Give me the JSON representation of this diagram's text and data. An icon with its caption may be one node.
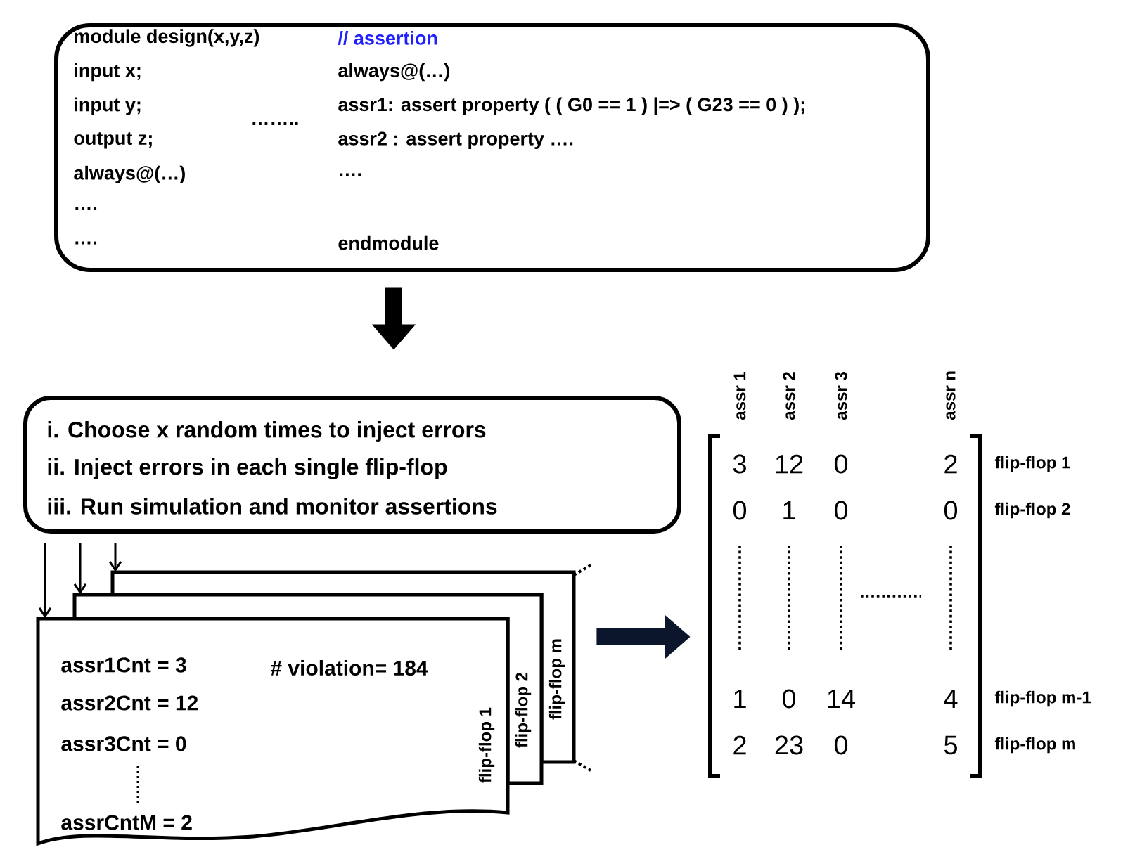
{
  "diagram": {
    "nodes": [
      {
        "text": [
          "module design(x,y,z)",
          "input x;",
          "input y;",
          "output z;",
          "always@(…)",
          "….",
          "….",
          "……..",
          "// assertion",
          "always@(…)",
          "assr1: assert property ( ( G0 == 1 ) |=> ( G23 == 0 ) );",
          "assr2 : assert property  ….",
          "….",
          "endmodule"
        ]
      },
      {
        "text": [
          "i. Choose x random times to inject errors",
          "ii. Inject errors in each single flip-flop",
          "iii. Run simulation and monitor assertions"
        ]
      },
      {
        "text": [
          "flip-flop m"
        ]
      },
      {
        "text": [
          "flip-flop 2"
        ]
      },
      {
        "text": [
          "assr1Cnt = 3",
          "# violation= 184",
          "assr2Cnt = 12",
          "assr3Cnt = 0",
          "assrCntM = 2",
          "flip-flop 1"
        ]
      },
      {
        "text": [
          "3",
          "12",
          "0",
          "2",
          "0",
          "1",
          "0",
          "0",
          "1",
          "0",
          "14",
          "4",
          "2",
          "23",
          "0",
          "5"
        ],
        "beside": [
          "assr 1",
          "assr 2",
          "assr 3",
          "assr n",
          "flip-flop 1",
          "flip-flop 2",
          "flip-flop m-1",
          "flip-flop m"
        ]
      }
    ],
    "edges": [
      {
        "from": 0,
        "to": 1,
        "arrow": "to",
        "style": "thick"
      },
      {
        "from": 1,
        "to": 4,
        "arrow": "to"
      },
      {
        "from": 1,
        "to": 3,
        "arrow": "to"
      },
      {
        "from": 1,
        "to": 2,
        "arrow": "to"
      },
      {
        "from": 2,
        "to": 5,
        "arrow": "to",
        "style": "thick"
      }
    ]
  }
}
